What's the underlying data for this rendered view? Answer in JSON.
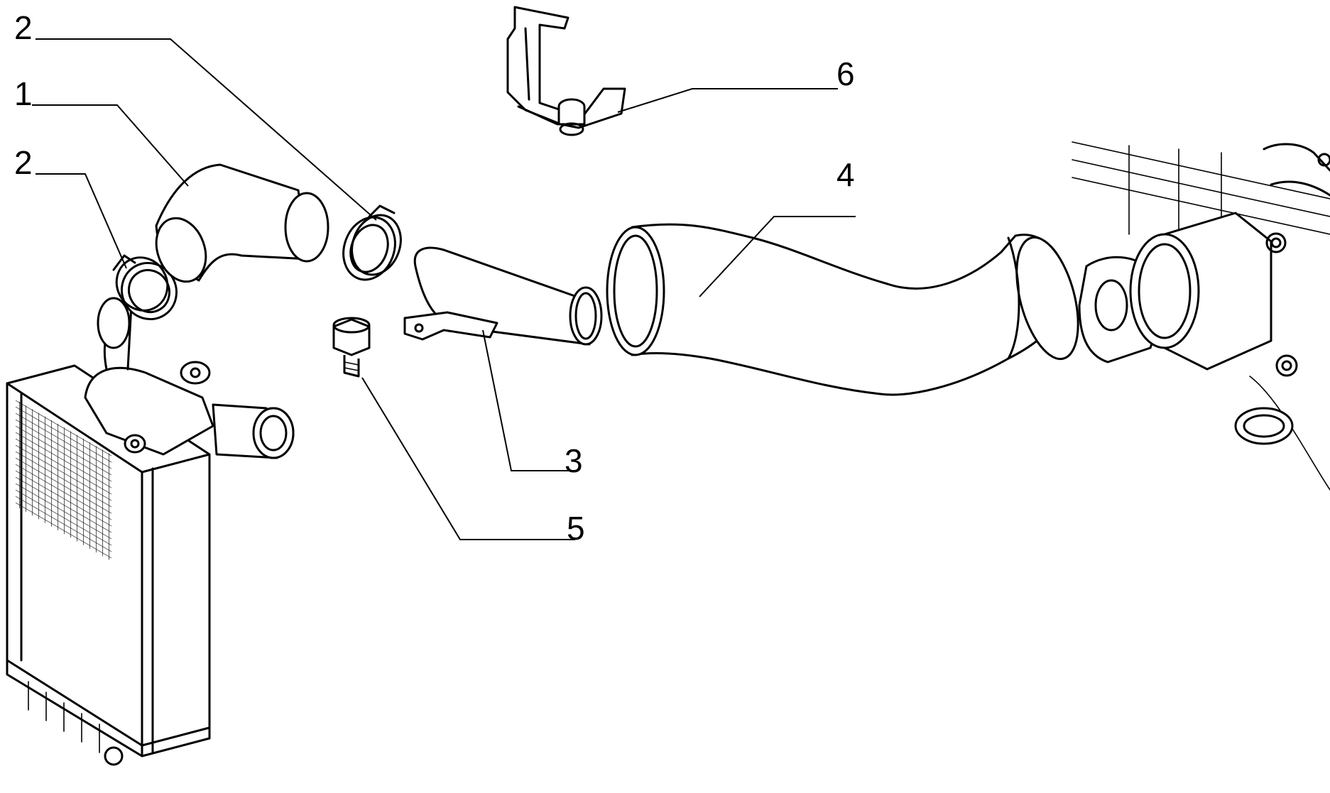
{
  "callouts": {
    "c1": "1",
    "c2a": "2",
    "c2b": "2",
    "c3": "3",
    "c4": "4",
    "c5": "5",
    "c6": "6"
  },
  "colors": {
    "line": "#000000",
    "background": "#ffffff"
  }
}
